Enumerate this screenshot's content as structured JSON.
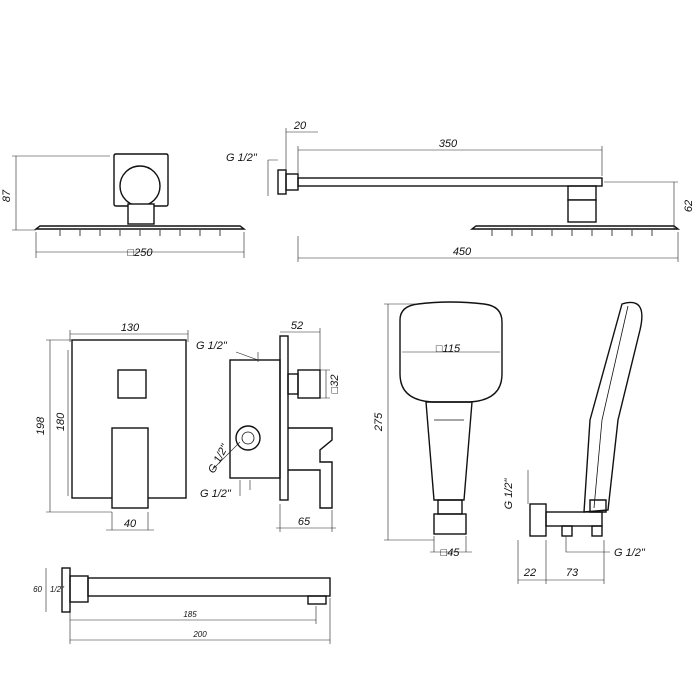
{
  "labels": {
    "head_front_height": "87",
    "head_front_width": "□250",
    "arm_thread": "G 1/2\"",
    "arm_flange": "20",
    "arm_length": "350",
    "arm_total": "450",
    "arm_drop": "62",
    "mixer_width": "130",
    "mixer_height_outer": "198",
    "mixer_height_inner": "180",
    "mixer_lever_width": "40",
    "mixer_thread_top": "G 1/2\"",
    "mixer_depth": "52",
    "mixer_outlet": "□32",
    "mixer_thread_side": "G 1/2\"",
    "mixer_thread_bottom": "G 1/2\"",
    "mixer_projection": "65",
    "hand_head": "□115",
    "hand_length": "275",
    "hand_base": "□45",
    "holder_thread_top": "G 1/2\"",
    "holder_offset": "22",
    "holder_length": "73",
    "holder_thread_bottom": "G 1/2\"",
    "spout_height": "60",
    "spout_thread": "1/2\"",
    "spout_inner": "185",
    "spout_total": "200"
  }
}
